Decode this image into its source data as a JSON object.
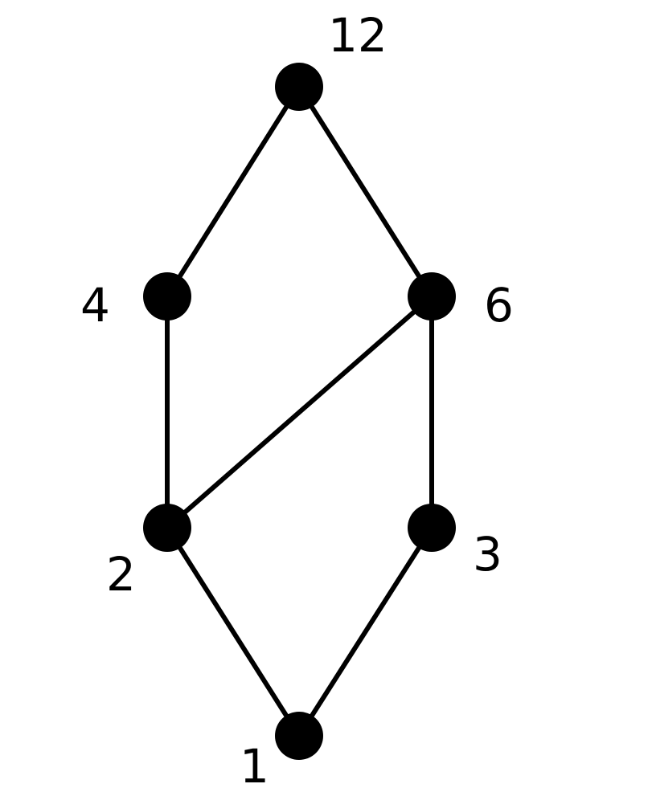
{
  "diagram": {
    "type": "hasse-diagram",
    "nodes": [
      {
        "id": "n12",
        "label": "12"
      },
      {
        "id": "n4",
        "label": "4"
      },
      {
        "id": "n6",
        "label": "6"
      },
      {
        "id": "n2",
        "label": "2"
      },
      {
        "id": "n3",
        "label": "3"
      },
      {
        "id": "n1",
        "label": "1"
      }
    ],
    "edges": [
      {
        "from": "n12",
        "to": "n4"
      },
      {
        "from": "n12",
        "to": "n6"
      },
      {
        "from": "n4",
        "to": "n2"
      },
      {
        "from": "n6",
        "to": "n2"
      },
      {
        "from": "n6",
        "to": "n3"
      },
      {
        "from": "n2",
        "to": "n1"
      },
      {
        "from": "n3",
        "to": "n1"
      }
    ],
    "colors": {
      "node": "#000000",
      "edge": "#000000",
      "background": "#ffffff"
    }
  }
}
